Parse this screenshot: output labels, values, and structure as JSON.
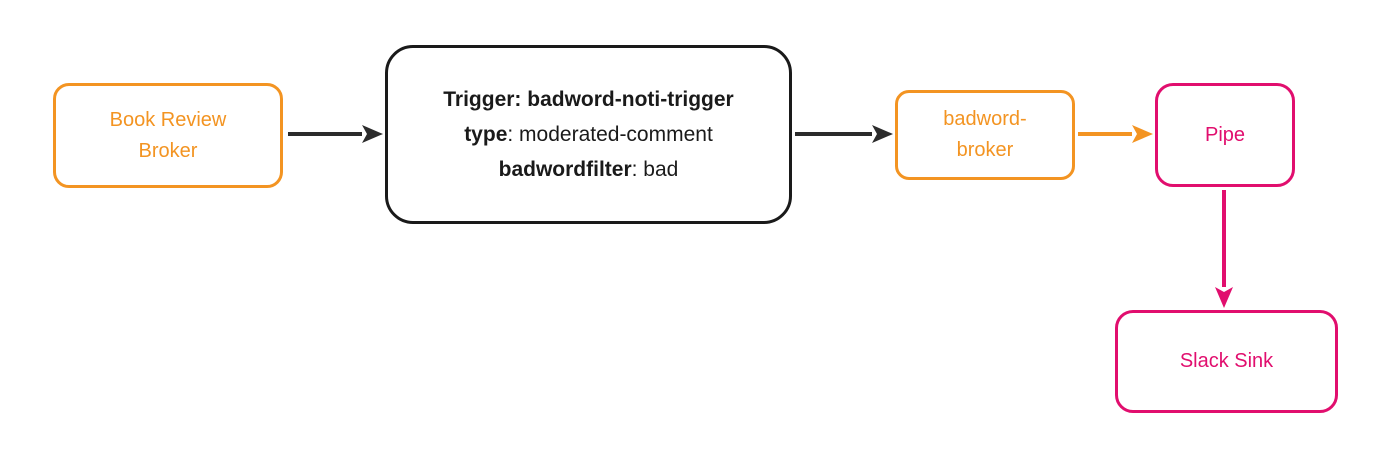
{
  "colors": {
    "orange": "#F39422",
    "pink": "#E10E6E",
    "dark": "#2B2B2B",
    "black": "#1A1A1A"
  },
  "diagram": {
    "nodes": {
      "book_review_broker": {
        "lines": [
          "Book Review",
          "Broker"
        ]
      },
      "trigger": {
        "lines": [
          {
            "bold": "Trigger: badword-noti-trigger",
            "rest": ""
          },
          {
            "bold": "type",
            "rest": ": moderated-comment"
          },
          {
            "bold": "badwordfilter",
            "rest": ": bad"
          }
        ]
      },
      "badword_broker": {
        "lines": [
          "badword-",
          "broker"
        ]
      },
      "pipe": {
        "label": "Pipe"
      },
      "slack_sink": {
        "label": "Slack Sink"
      }
    }
  }
}
